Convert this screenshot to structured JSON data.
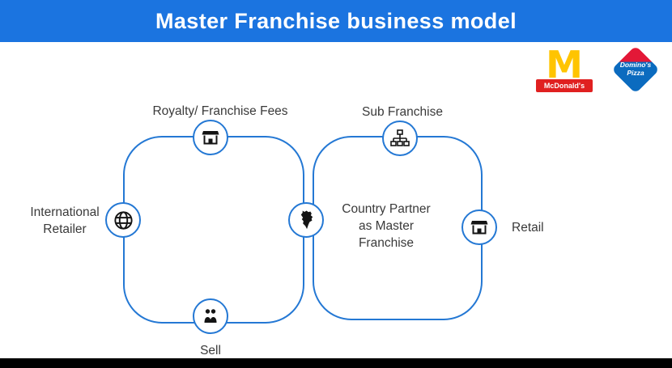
{
  "header": {
    "title": "Master Franchise business model"
  },
  "colors": {
    "header_bg": "#1b74e0",
    "accent": "#2478d4",
    "footer_bg": "#000000",
    "mcdonalds_red": "#e02020",
    "mcdonalds_yellow": "#ffc400",
    "dominos_blue": "#0b6bbf",
    "dominos_red": "#e31837"
  },
  "logos": {
    "mcdonalds_arches": "M",
    "mcdonalds_text": "McDonald's",
    "dominos_text": "Domino's\nPizza"
  },
  "diagram": {
    "royalty_label": "Royalty/ Franchise Fees",
    "sub_franchise_label": "Sub Franchise",
    "international_retailer_label": "International\nRetailer",
    "country_partner_label": "Country Partner\nas Master\nFranchise",
    "retail_label": "Retail",
    "sell_label": "Sell"
  }
}
